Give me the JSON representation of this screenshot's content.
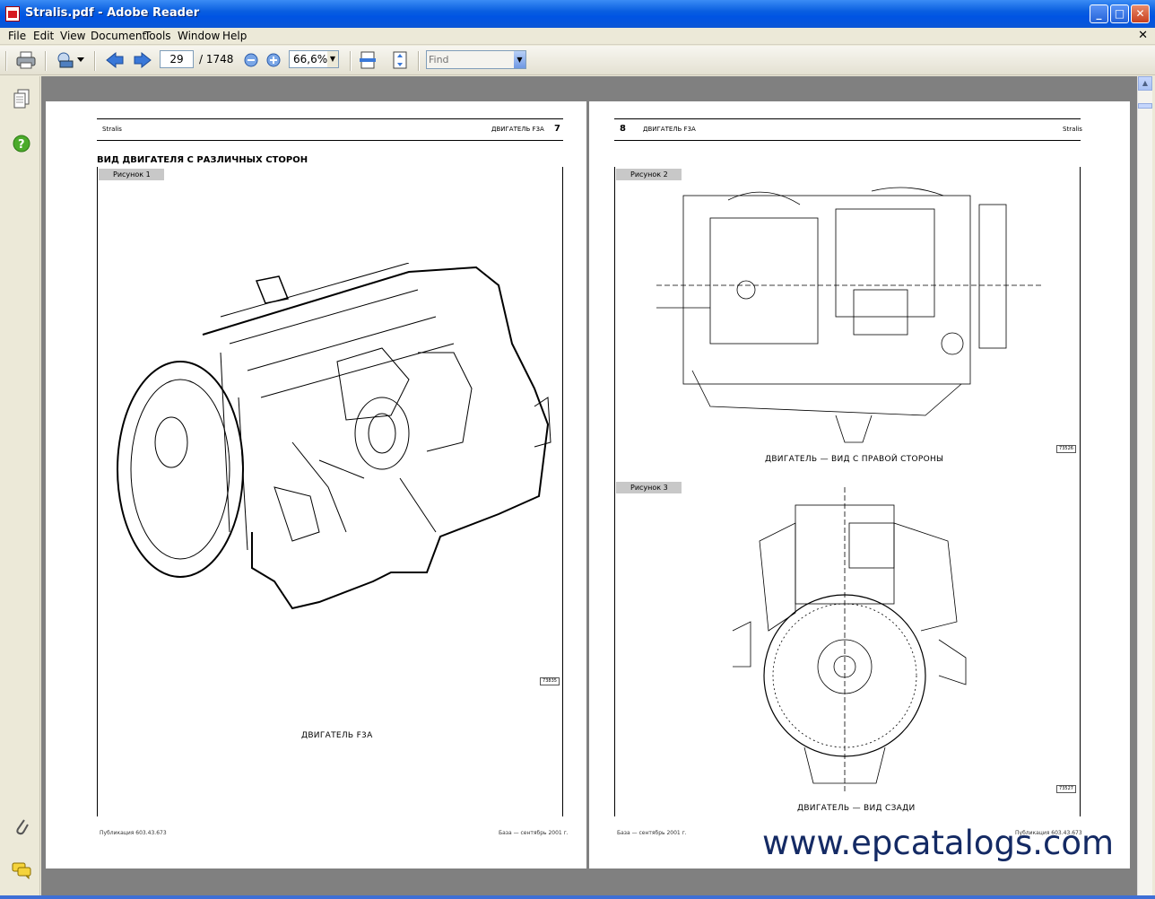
{
  "window": {
    "title": "Stralis.pdf - Adobe Reader"
  },
  "menu": [
    "File",
    "Edit",
    "View",
    "Document",
    "Tools",
    "Window",
    "Help"
  ],
  "toolbar": {
    "page_current": "29",
    "page_total": "/ 1748",
    "zoom": "66,6%",
    "find_placeholder": "Find"
  },
  "left_page": {
    "header_left": "Stralis",
    "header_right": "ДВИГАТЕЛЬ F3A",
    "page_number": "7",
    "heading": "ВИД ДВИГАТЕЛЯ С РАЗЛИЧНЫХ СТОРОН",
    "figure_label": "Рисунок 1",
    "image_id": "73835",
    "caption": "ДВИГАТЕЛЬ F3A",
    "footer_left": "Публикация 603.43.673",
    "footer_right": "База — сентябрь 2001 г."
  },
  "right_page": {
    "page_number": "8",
    "header_left": "ДВИГАТЕЛЬ F3A",
    "header_right": "Stralis",
    "figure2_label": "Рисунок 2",
    "figure2_image_id": "73526",
    "figure2_caption": "ДВИГАТЕЛЬ — ВИД С ПРАВОЙ СТОРОНЫ",
    "figure3_label": "Рисунок 3",
    "figure3_image_id": "73527",
    "figure3_caption": "ДВИГАТЕЛЬ — ВИД СЗАДИ",
    "footer_left": "База — сентябрь 2001 г.",
    "footer_right": "Публикация 603.43.673"
  },
  "watermark": "www.epcatalogs.com"
}
